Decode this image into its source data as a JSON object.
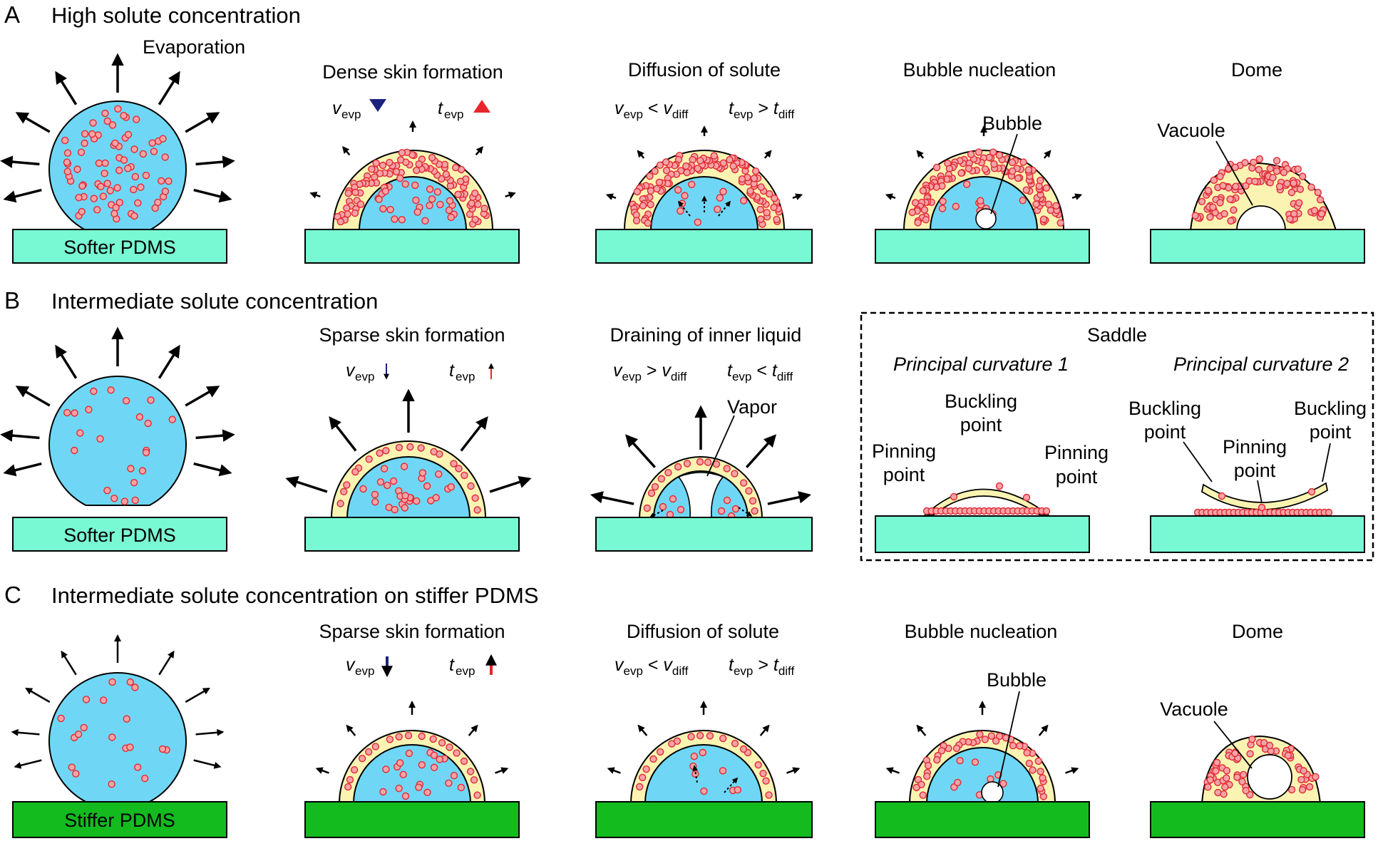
{
  "colors": {
    "liquid": "#6fd7f5",
    "skin": "#fbf3b2",
    "particle_fill": "#f6a3a6",
    "particle_stroke": "#e02a34",
    "softer_substrate": "#79f9d3",
    "stiffer_substrate": "#14bb1f",
    "arrow": "#000000",
    "rate_down": "#1c237d",
    "rate_up": "#e8262c"
  },
  "rows": [
    {
      "letter": "A",
      "title": "High solute concentration",
      "evaporation_label": "Evaporation",
      "substrate_label": "Softer PDMS",
      "steps": [
        {
          "title": "Dense skin formation",
          "rel_left": "v",
          "rel_left_sub": "evp",
          "rel_right": "t",
          "rel_right_sub": "evp"
        },
        {
          "title": "Diffusion of solute",
          "rel_left": "v",
          "rel_left_sub": "evp",
          "op_left": " < ",
          "rel_left2": "v",
          "rel_left2_sub": "diff",
          "rel_right": "t",
          "rel_right_sub": "evp",
          "op_right": " > ",
          "rel_right2": "t",
          "rel_right2_sub": "diff"
        },
        {
          "title": "Bubble nucleation",
          "callout": "Bubble"
        },
        {
          "title": "Dome",
          "callout": "Vacuole"
        }
      ]
    },
    {
      "letter": "B",
      "title": "Intermediate solute concentration",
      "substrate_label": "Softer PDMS",
      "steps": [
        {
          "title": "Sparse skin formation",
          "rel_left": "v",
          "rel_left_sub": "evp",
          "rel_right": "t",
          "rel_right_sub": "evp"
        },
        {
          "title": "Draining of inner liquid",
          "rel_left": "v",
          "rel_left_sub": "evp",
          "op_left": " > ",
          "rel_left2": "v",
          "rel_left2_sub": "diff",
          "rel_right": "t",
          "rel_right_sub": "evp",
          "op_right": " < ",
          "rel_right2": "t",
          "rel_right2_sub": "diff",
          "callout": "Vapor"
        }
      ],
      "saddle": {
        "title": "Saddle",
        "curvature_1": "Principal curvature 1",
        "curvature_2": "Principal curvature 2",
        "pinning_1": "Pinning",
        "pinning_2": "point",
        "buckling_1": "Buckling",
        "buckling_2": "point"
      }
    },
    {
      "letter": "C",
      "title": "Intermediate solute concentration on stiffer PDMS",
      "substrate_label": "Stiffer PDMS",
      "steps": [
        {
          "title": "Sparse skin formation",
          "rel_left": "v",
          "rel_left_sub": "evp",
          "rel_right": "t",
          "rel_right_sub": "evp"
        },
        {
          "title": "Diffusion of solute",
          "rel_left": "v",
          "rel_left_sub": "evp",
          "op_left": " < ",
          "rel_left2": "v",
          "rel_left2_sub": "diff",
          "rel_right": "t",
          "rel_right_sub": "evp",
          "op_right": " > ",
          "rel_right2": "t",
          "rel_right2_sub": "diff"
        },
        {
          "title": "Bubble nucleation",
          "callout": "Bubble"
        },
        {
          "title": "Dome",
          "callout": "Vacuole"
        }
      ]
    }
  ]
}
